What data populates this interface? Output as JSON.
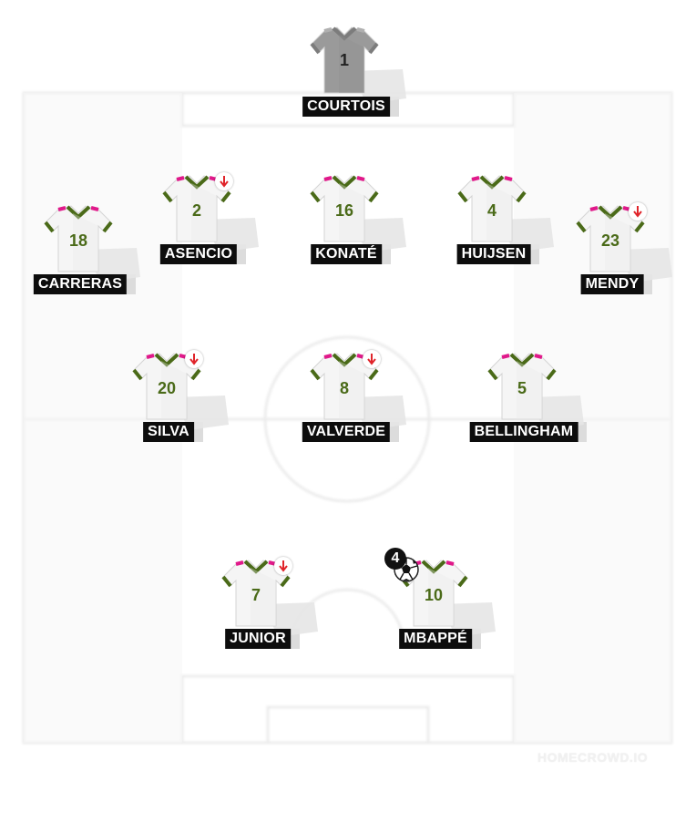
{
  "colors": {
    "outfield_shirt": "#f5f5f5",
    "outfield_trim": "#4a6a18",
    "outfield_accent": "#e0198a",
    "outfield_number": "#4a6a18",
    "gk_shirt": "#9a9a9a",
    "gk_number": "#222222",
    "label_bg": "#0d0d0d",
    "sub_arrow": "#e0242a"
  },
  "players": [
    {
      "id": "courtois",
      "name": "COURTOIS",
      "number": "1",
      "role": "goalkeeper",
      "subbed_off": false,
      "goals": null
    },
    {
      "id": "carreras",
      "name": "CARRERAS",
      "number": "18",
      "role": "outfield",
      "subbed_off": false,
      "goals": null
    },
    {
      "id": "asencio",
      "name": "ASENCIO",
      "number": "2",
      "role": "outfield",
      "subbed_off": true,
      "goals": null
    },
    {
      "id": "konate",
      "name": "KONATÉ",
      "number": "16",
      "role": "outfield",
      "subbed_off": false,
      "goals": null
    },
    {
      "id": "huijsen",
      "name": "HUIJSEN",
      "number": "4",
      "role": "outfield",
      "subbed_off": false,
      "goals": null
    },
    {
      "id": "mendy",
      "name": "MENDY",
      "number": "23",
      "role": "outfield",
      "subbed_off": true,
      "goals": null
    },
    {
      "id": "silva",
      "name": "SILVA",
      "number": "20",
      "role": "outfield",
      "subbed_off": true,
      "goals": null
    },
    {
      "id": "valverde",
      "name": "VALVERDE",
      "number": "8",
      "role": "outfield",
      "subbed_off": true,
      "goals": null
    },
    {
      "id": "bellingham",
      "name": "BELLINGHAM",
      "number": "5",
      "role": "outfield",
      "subbed_off": false,
      "goals": null
    },
    {
      "id": "junior",
      "name": "JUNIOR",
      "number": "7",
      "role": "outfield",
      "subbed_off": true,
      "goals": null
    },
    {
      "id": "mbappe",
      "name": "MBAPPÉ",
      "number": "10",
      "role": "outfield",
      "subbed_off": false,
      "goals": "4"
    }
  ],
  "icons": {
    "sub_off": "arrow-down-icon",
    "goal": "football-icon"
  },
  "watermark": "HOMECROWD.IO"
}
